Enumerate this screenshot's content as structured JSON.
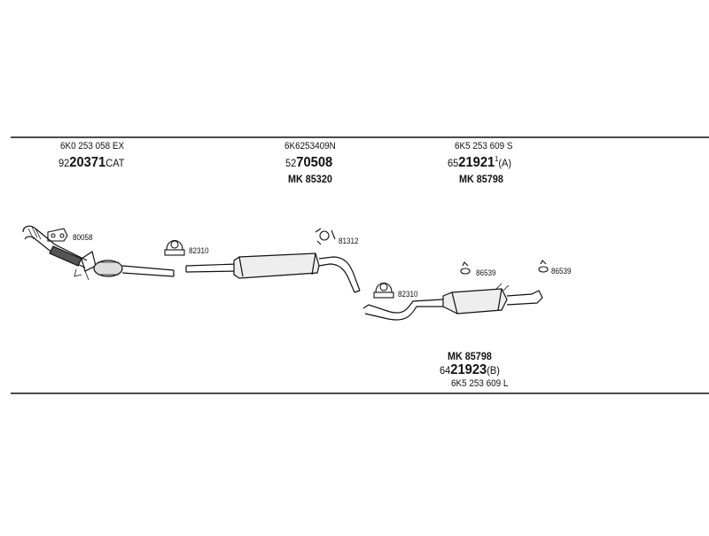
{
  "groups": {
    "cat": {
      "oe": "6K0 253 058 EX",
      "pn_prefix": "92",
      "pn_main": "20371",
      "pn_suffix": "CAT"
    },
    "middle": {
      "oe": "6K6253409N",
      "pn_prefix": "52",
      "pn_main": "70508",
      "mk": "MK  85320"
    },
    "rear_a": {
      "oe": "6K5 253 609 S",
      "pn_prefix": "65",
      "pn_main": "21921",
      "pn_sup": "1",
      "pn_suffix": "(A)",
      "mk": "MK  85798"
    },
    "rear_b": {
      "mk": "MK  85798",
      "pn_prefix": "64",
      "pn_main": "21923",
      "pn_suffix": "(B)",
      "oe": "6K5 253 609 L"
    }
  },
  "part_labels": {
    "gasket_1": "80058",
    "clamp_1": "82310",
    "clamp_2": "81312",
    "clamp_3": "82310",
    "hanger_1": "86539",
    "hanger_2": "86539"
  }
}
